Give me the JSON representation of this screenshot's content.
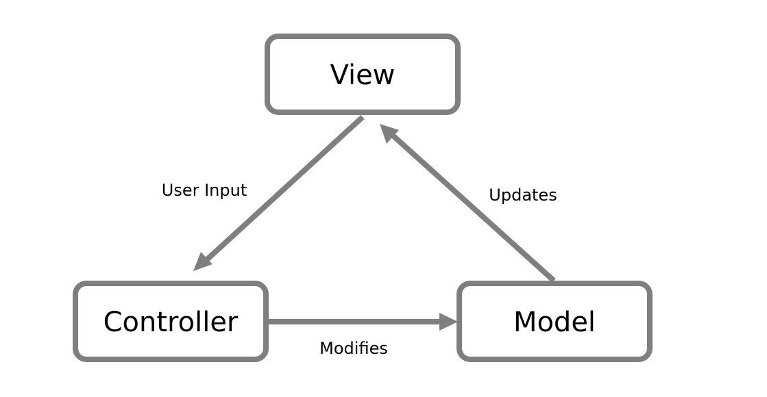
{
  "nodes": {
    "view": {
      "label": "View"
    },
    "controller": {
      "label": "Controller"
    },
    "model": {
      "label": "Model"
    }
  },
  "edges": {
    "view_to_controller": {
      "from": "View",
      "to": "Controller",
      "label": "User Input"
    },
    "controller_to_model": {
      "from": "Controller",
      "to": "Model",
      "label": "Modifies"
    },
    "model_to_view": {
      "from": "Model",
      "to": "View",
      "label": "Updates"
    }
  },
  "colors": {
    "stroke": "#7f7f7f",
    "text": "#000000",
    "background": "#ffffff"
  }
}
